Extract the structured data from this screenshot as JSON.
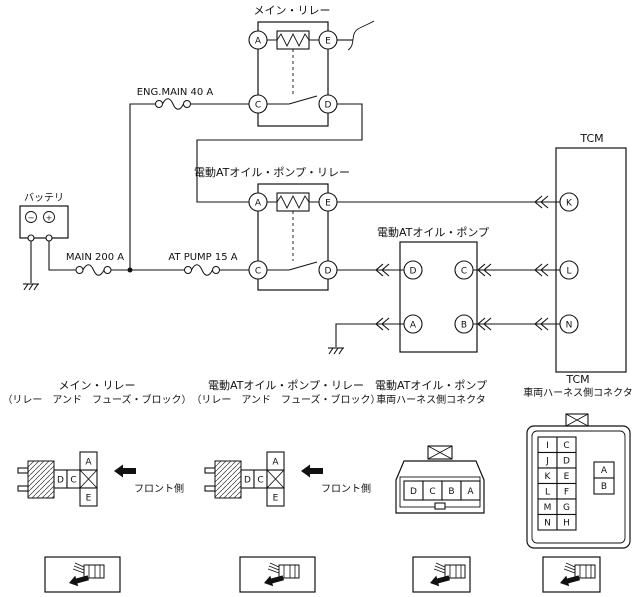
{
  "colors": {
    "line": "#111111",
    "bg": "#ffffff"
  },
  "schematic": {
    "battery": {
      "label": "バッテリ",
      "minus": "−",
      "plus": "+"
    },
    "fuses": {
      "eng_main": "ENG.MAIN 40 A",
      "main": "MAIN 200 A",
      "at_pump": "AT PUMP 15 A"
    },
    "main_relay": {
      "label": "メイン・リレー",
      "t": {
        "a": "A",
        "e": "E",
        "c": "C",
        "d": "D"
      }
    },
    "pump_relay": {
      "label": "電動ATオイル・ポンプ・リレー",
      "t": {
        "a": "A",
        "e": "E",
        "c": "C",
        "d": "D"
      }
    },
    "pump": {
      "label": "電動ATオイル・ポンプ",
      "t": {
        "d": "D",
        "c": "C",
        "a": "A",
        "b": "B"
      }
    },
    "tcm": {
      "label": "TCM",
      "t": {
        "k": "K",
        "l": "L",
        "n": "N"
      }
    }
  },
  "details": {
    "main_relay": {
      "title1": "メイン・リレー",
      "title2": "（リレー　アンド　フューズ・ブロック）",
      "front": "フロント側",
      "pins": {
        "a": "A",
        "d": "D",
        "c": "C",
        "e": "E"
      }
    },
    "pump_relay": {
      "title1": "電動ATオイル・ポンプ・リレー",
      "title2": "（リレー　アンド　フューズ・ブロック）",
      "front": "フロント側",
      "pins": {
        "a": "A",
        "d": "D",
        "c": "C",
        "e": "E"
      }
    },
    "pump": {
      "title1": "電動ATオイル・ポンプ",
      "title2": "車両ハーネス側コネクタ",
      "pins": {
        "d": "D",
        "c": "C",
        "b": "B",
        "a": "A"
      }
    },
    "tcm": {
      "title1": "TCM",
      "title2": "車両ハーネス側コネクタ",
      "col1": [
        "I",
        "J",
        "K",
        "L",
        "M",
        "N"
      ],
      "col2": [
        "C",
        "D",
        "E",
        "F",
        "G",
        "H"
      ],
      "side": [
        "A",
        "B"
      ]
    }
  }
}
